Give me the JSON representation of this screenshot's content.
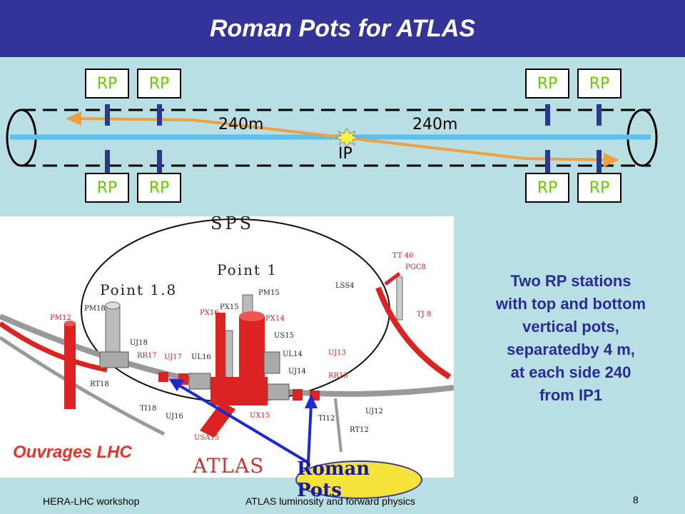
{
  "title": "Roman Pots for ATLAS",
  "pipe": {
    "rp_label": "RP",
    "distance_left": "240m",
    "distance_right": "240m",
    "ip_label": "IP"
  },
  "map": {
    "sps": "SPS",
    "point1": "Point 1",
    "point18": "Point 1.8",
    "labels": [
      "PM18",
      "PM15",
      "PX16",
      "PX15",
      "PX14",
      "PM12",
      "UJ18",
      "RR17",
      "UJ17",
      "UL16",
      "US15",
      "UL14",
      "UJ13",
      "UJ14",
      "RR13",
      "RT18",
      "TI18",
      "UJ16",
      "UX15",
      "USA15",
      "TI12",
      "UJ12",
      "RT12",
      "TT 40",
      "PGC8",
      "LSS4",
      "TJ 8"
    ],
    "ouvrages": "Ouvrages LHC",
    "atlas": "ATLAS"
  },
  "callout": "Roman Pots",
  "description": [
    "Two RP stations",
    "with top and bottom",
    "vertical pots,",
    "separatedby 4 m,",
    "at each side 240",
    "from IP1"
  ],
  "footer": {
    "left": "HERA-LHC workshop",
    "center": "ATLAS luminosity and forward physics",
    "page": "8"
  },
  "colors": {
    "title_bar": "#333399",
    "background": "#b8e0e4",
    "rp_text": "#66cc00",
    "beam": "#5bc0f0",
    "trajectory": "#f0a040",
    "pot_bar": "#2a3a8a",
    "description": "#2a2a9a"
  }
}
